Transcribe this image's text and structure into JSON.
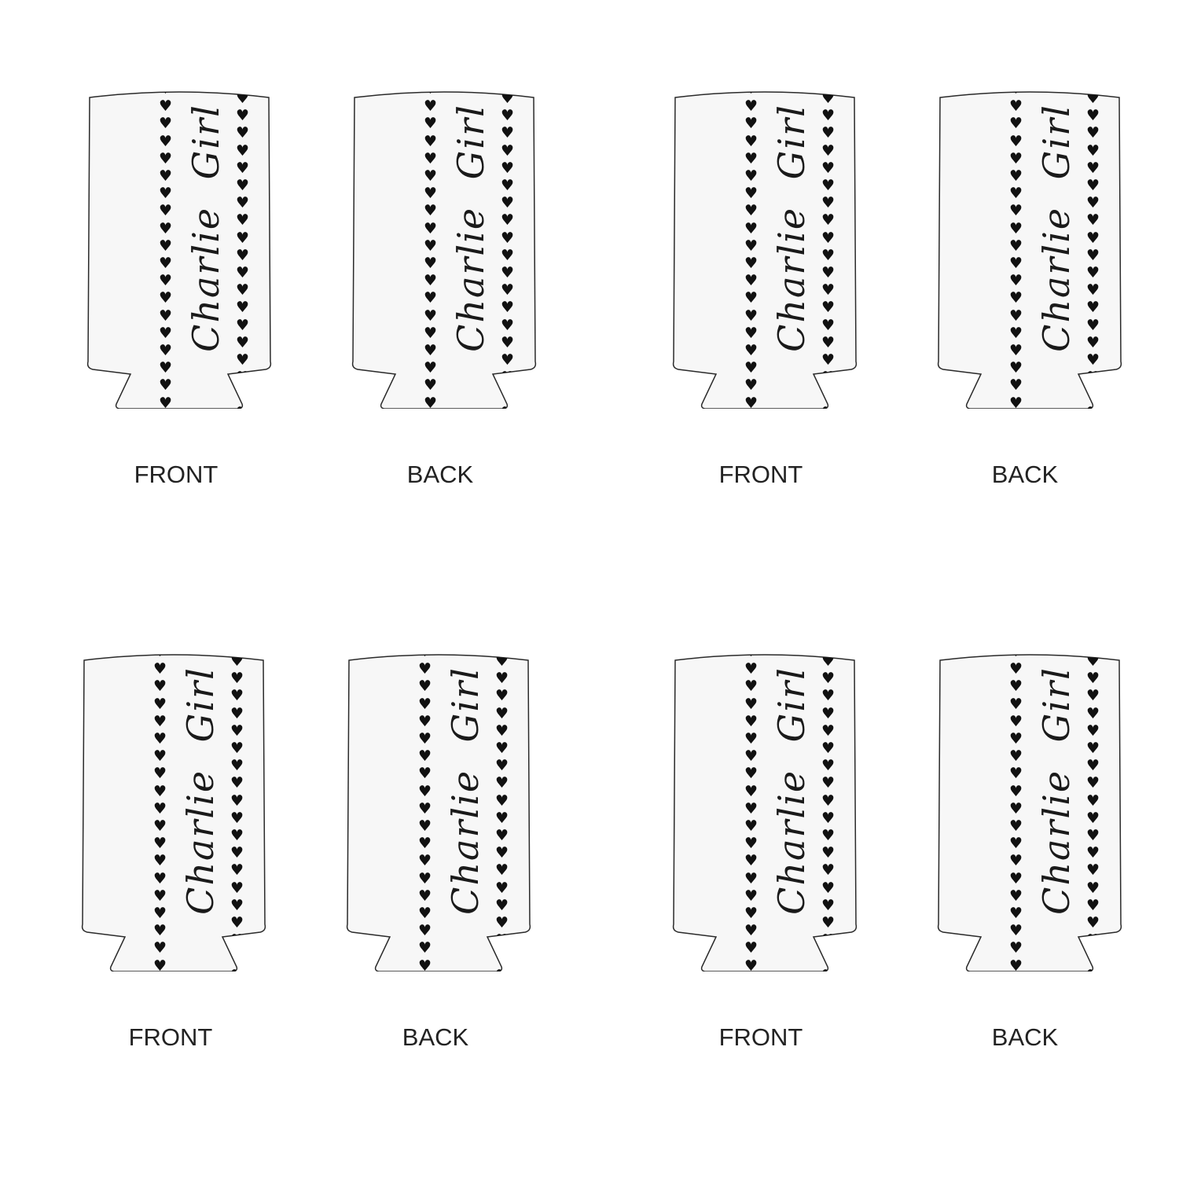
{
  "design_text": "Charlie Girl",
  "colors": {
    "fabric": "#f7f7f7",
    "print": "#111111",
    "edge": "#2a2a2a"
  },
  "icons": {
    "pattern": "heart-icon"
  },
  "mockups": [
    {
      "label": "FRONT"
    },
    {
      "label": "BACK"
    },
    {
      "label": "FRONT"
    },
    {
      "label": "BACK"
    },
    {
      "label": "FRONT"
    },
    {
      "label": "BACK"
    },
    {
      "label": "FRONT"
    },
    {
      "label": "BACK"
    }
  ]
}
